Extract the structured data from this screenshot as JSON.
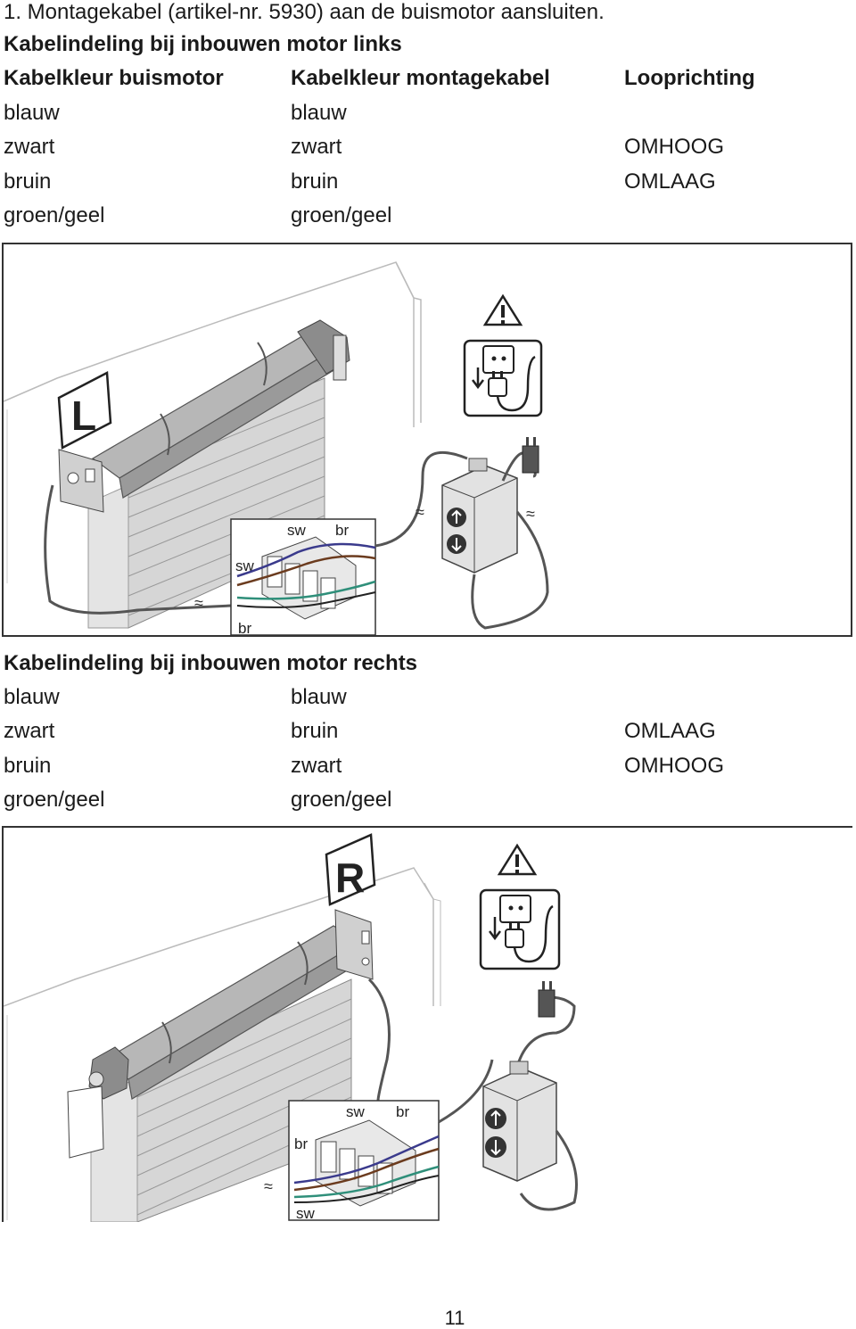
{
  "header": {
    "step": "1. Montagekabel (artikel-nr. 5930) aan de buismotor aansluiten."
  },
  "left_section": {
    "title": "Kabelindeling bij inbouwen motor links",
    "columns": [
      "Kabelkleur buismotor",
      "Kabelkleur montagekabel",
      "Looprichting"
    ],
    "rows": [
      [
        "blauw",
        "blauw",
        ""
      ],
      [
        "zwart",
        "zwart",
        "OMHOOG"
      ],
      [
        "bruin",
        "bruin",
        "OMLAAG"
      ],
      [
        "groen/geel",
        "groen/geel",
        ""
      ]
    ],
    "figure": {
      "side_label": "L",
      "wire_labels": {
        "sw_top": "sw",
        "br_top": "br",
        "sw_left": "sw",
        "br_bottom": "br"
      }
    }
  },
  "right_section": {
    "title": "Kabelindeling bij inbouwen motor rechts",
    "rows": [
      [
        "blauw",
        "blauw",
        ""
      ],
      [
        "zwart",
        "bruin",
        "OMLAAG"
      ],
      [
        "bruin",
        "zwart",
        "OMHOOG"
      ],
      [
        "groen/geel",
        "groen/geel",
        ""
      ]
    ],
    "figure": {
      "side_label": "R",
      "wire_labels": {
        "sw_top": "sw",
        "br_top": "br",
        "br_left": "br",
        "sw_bottom": "sw"
      }
    }
  },
  "page_number": "11",
  "colors": {
    "wire_blue": "#3a3a8c",
    "wire_brown": "#6b3b1e",
    "wire_greenyellow": "#2f8f7a",
    "wire_black": "#222222",
    "housing_gray": "#c9c9c9",
    "warning_fill": "#ffffff"
  },
  "icons": [
    "warning-triangle-icon",
    "unplug-icon",
    "plug-icon",
    "switch-box-icon",
    "terminal-block-icon"
  ]
}
